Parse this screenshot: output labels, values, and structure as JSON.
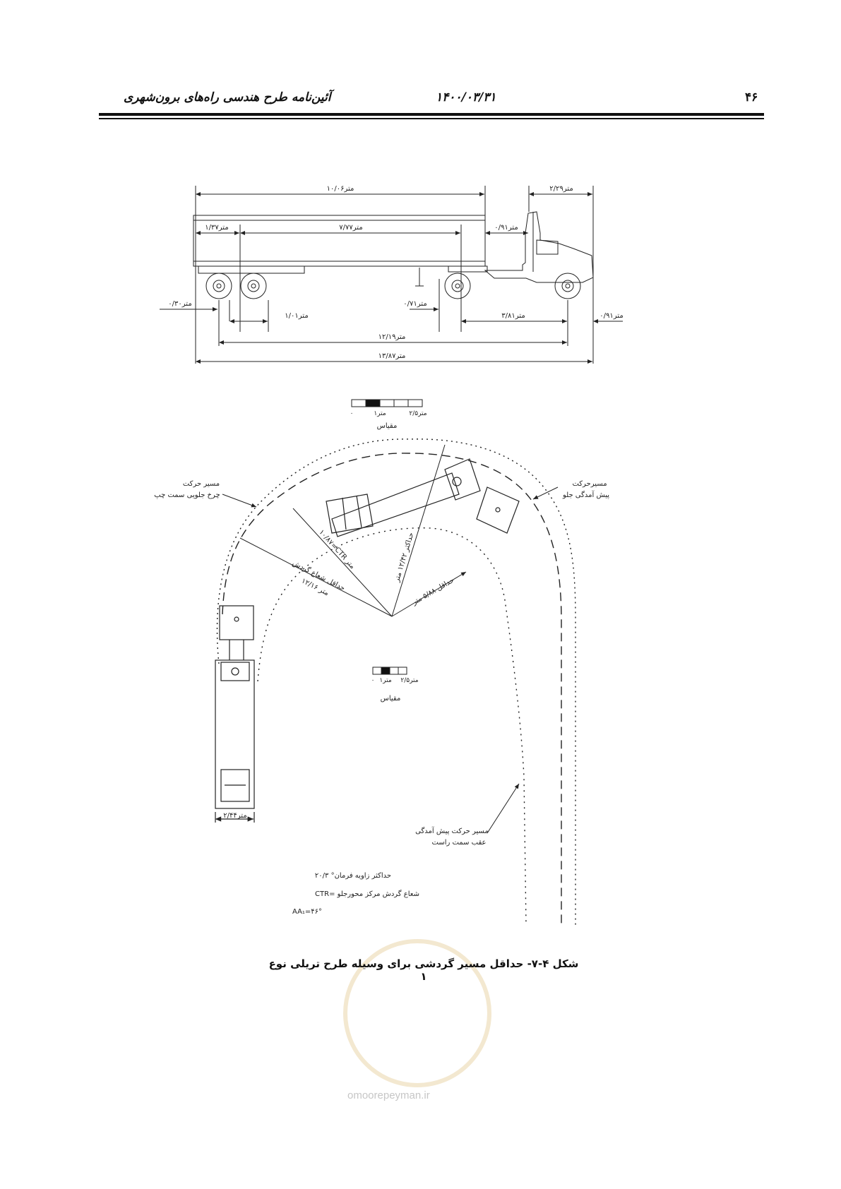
{
  "header": {
    "title": "آئین‌نامه طرح هندسی راه‌های برون‌شهری",
    "date": "۱۴۰۰/۰۳/۳۱",
    "page_number": "۴۶"
  },
  "elevation": {
    "dims": {
      "overall_trailer": "۱۰/۰۶متر",
      "front_overhang_top": "۲/۲۹متر",
      "rear_overhang": "۱/۳۷متر",
      "axle_span": "۷/۷۷متر",
      "kingpin_gap": "۰/۹۱متر",
      "rear_tail": "۰/۳۰متر",
      "tandem_spacing": "۱/۰۱متر",
      "fifth_wheel_offset": "۰/۷۱متر",
      "tractor_wheelbase": "۳/۸۱متر",
      "front_overhang": "۰/۹۱متر",
      "wheelbase_total": "۱۲/۱۹متر",
      "overall_length": "۱۳/۸۷متر"
    }
  },
  "scale_top": {
    "labels": [
      "۰",
      "۱متر",
      "۲/۵متر"
    ],
    "title": "مقیاس"
  },
  "scale_bottom": {
    "labels": [
      "۰",
      "۱متر",
      "۲/۵متر"
    ],
    "title": "مقیاس"
  },
  "plan": {
    "left_path_label_1": "مسیر حرکت",
    "left_path_label_2": "چرخ جلویی سمت چپ",
    "right_path_label_1": "مسیرحرکت",
    "right_path_label_2": "پیش آمدگی جلو",
    "ctr_label": "۱۰/۸۷=CTR متر",
    "max_radius": "حداکثر ۱۲/۴۲ متر",
    "min_radius_turn_1": "حداقل شعاع گردش",
    "min_radius_turn_2": "۱۲/۱۶ متر",
    "min_inner": "حداقل ۵/۸۸ متر",
    "width_label": "۲/۴۴متر",
    "rear_path_1": "مسیر حرکت پیش آمدگی",
    "rear_path_2": "عقب سمت راست",
    "note_1": "حداکثر زاویه فرمان° ۲۰/۳",
    "note_2": "CTR= شعاع گردش مرکز محورجلو",
    "note_3": "AA₁=۴۶°"
  },
  "caption": "شکل ۴-۷- حداقل مسیر گردشی برای وسیله طرح تریلی نوع ۱",
  "watermark": {
    "site": "omoorepeyman.ir"
  }
}
